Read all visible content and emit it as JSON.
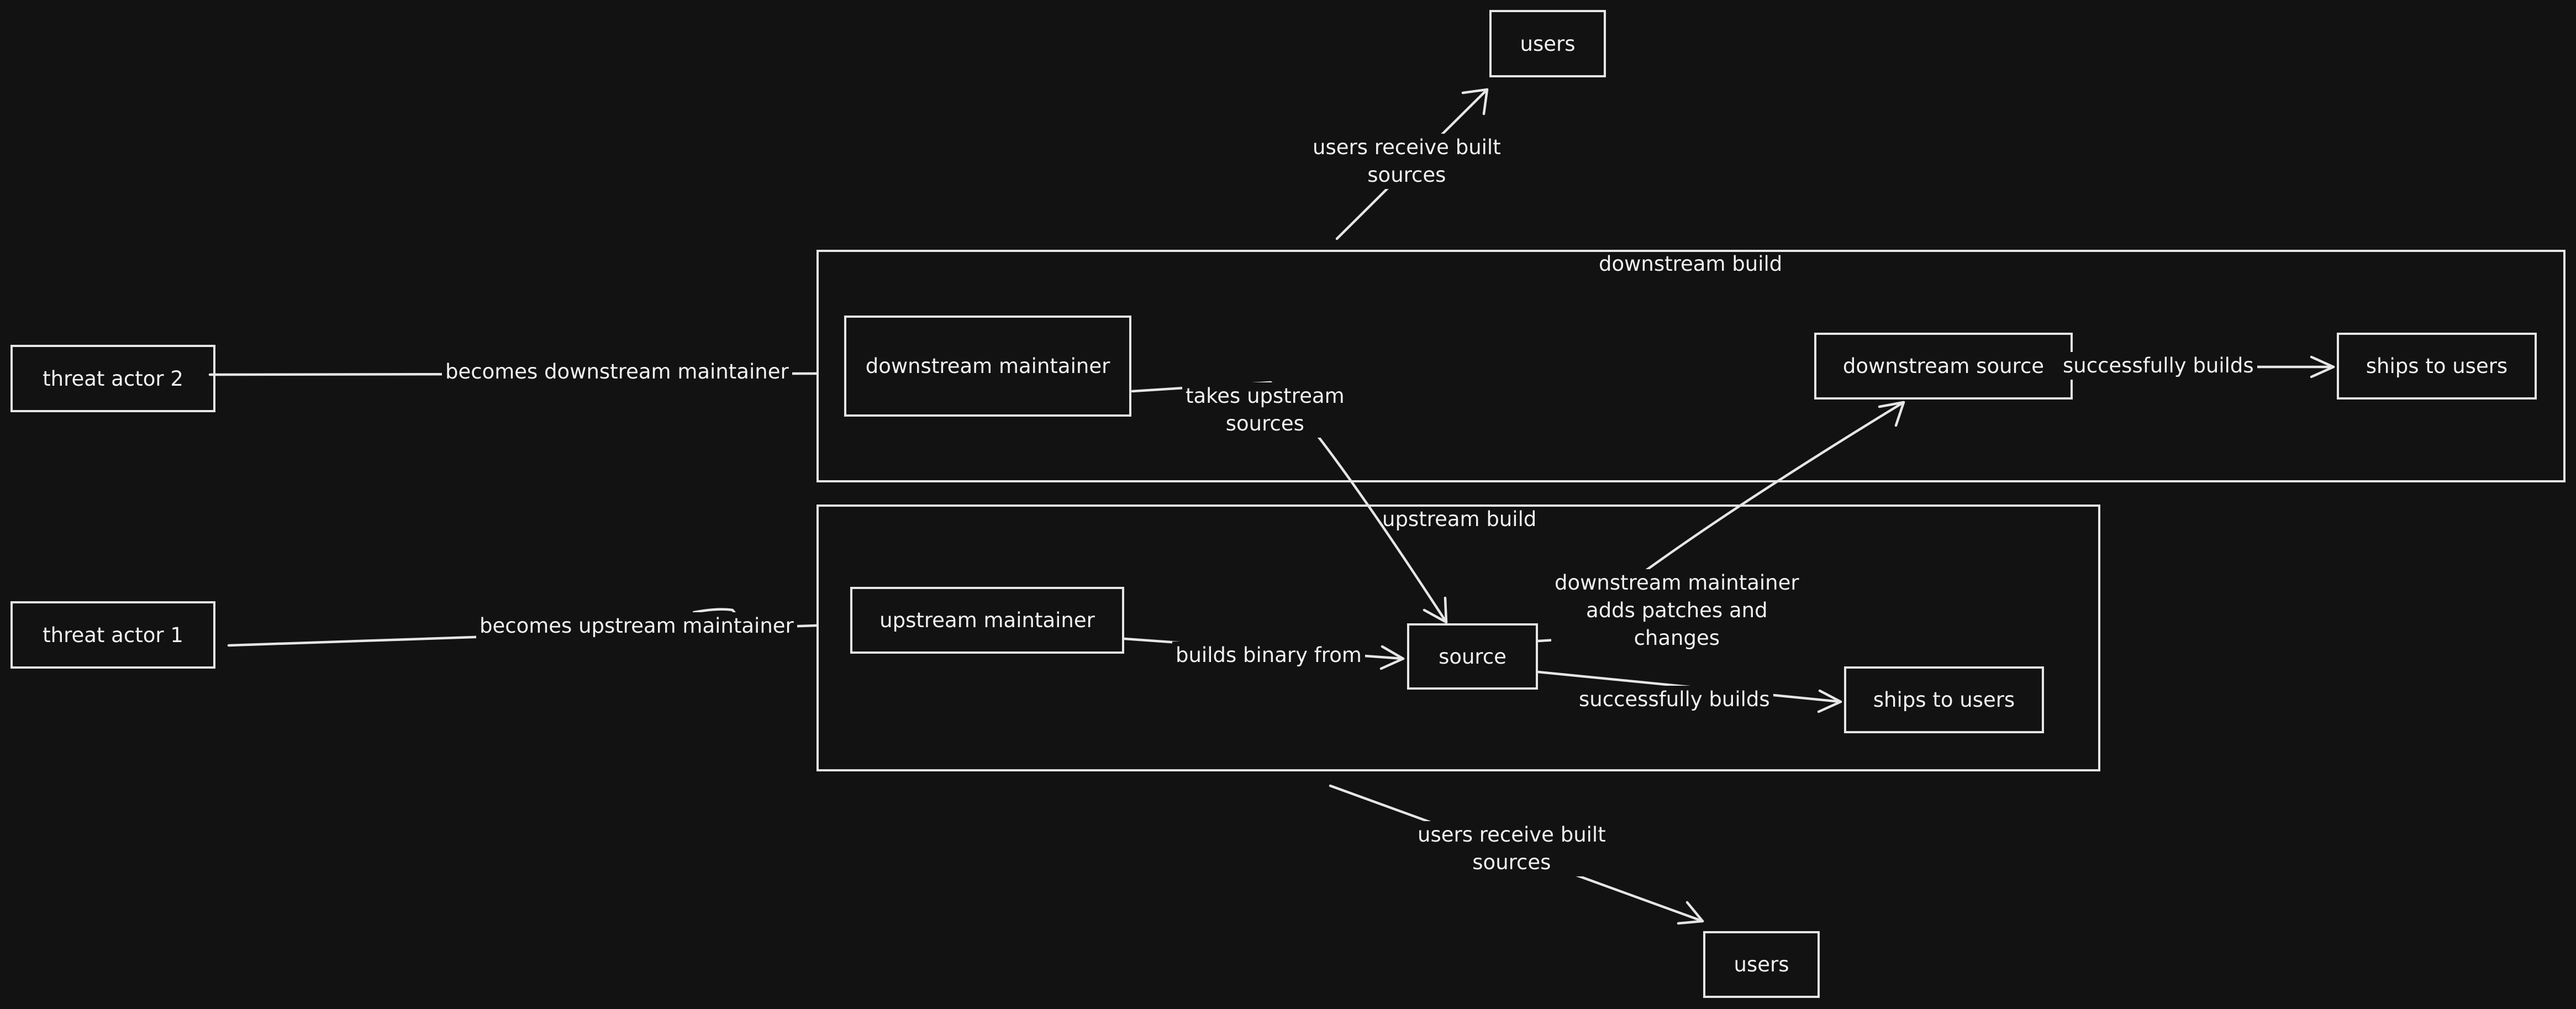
{
  "nodes": {
    "users_top": "users",
    "users_bottom": "users",
    "threat_actor_2": "threat actor 2",
    "threat_actor_1": "threat actor 1",
    "downstream_maintainer": "downstream maintainer",
    "downstream_source": "downstream source",
    "ships_to_users_downstream": "ships to users",
    "upstream_maintainer": "upstream maintainer",
    "source": "source",
    "ships_to_users_upstream": "ships to users"
  },
  "groups": {
    "downstream_build": "downstream build",
    "upstream_build": "upstream build"
  },
  "edges": {
    "users_receive_top": "users receive built\nsources",
    "users_receive_bottom": "users receive built\nsources",
    "becomes_downstream_maintainer": "becomes downstream maintainer",
    "becomes_upstream_maintainer": "becomes upstream maintainer",
    "takes_upstream_sources": "takes upstream\nsources",
    "builds_binary_from": "builds binary from",
    "downstream_adds_patches": "downstream maintainer\nadds patches and\nchanges",
    "successfully_builds_downstream": "successfully builds",
    "successfully_builds_upstream": "successfully builds"
  },
  "colors": {
    "background": "#121212",
    "stroke": "#e6e6e6",
    "text": "#f2f2f2"
  }
}
